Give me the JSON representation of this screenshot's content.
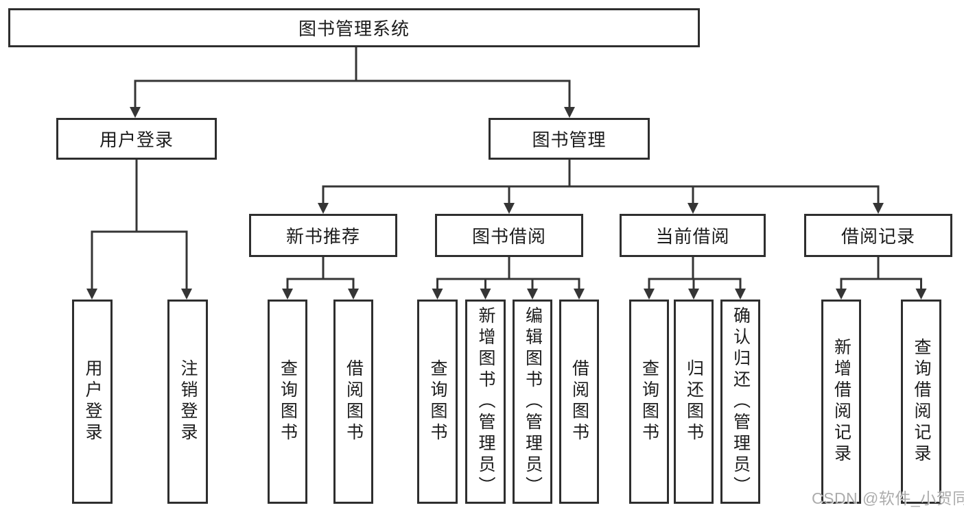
{
  "diagram": {
    "title": "图书管理系统",
    "watermark": "CSDN @软件_小贺同学",
    "colors": {
      "line": "#353535",
      "box_border": "#2e2e2e",
      "box_background": "#ffffff",
      "text": "#1c1c1c",
      "watermark": "#a6a6a6"
    },
    "nodes": {
      "root": {
        "label": "图书管理系统"
      },
      "level2": [
        {
          "id": "user-login",
          "label": "用户登录"
        },
        {
          "id": "book-management",
          "label": "图书管理"
        }
      ],
      "level3": [
        {
          "id": "new-book-recommend",
          "label": "新书推荐"
        },
        {
          "id": "book-borrow",
          "label": "图书借阅"
        },
        {
          "id": "current-borrow",
          "label": "当前借阅"
        },
        {
          "id": "borrow-records",
          "label": "借阅记录"
        }
      ],
      "leaves": {
        "user_login_children": [
          {
            "label": "用户登录"
          },
          {
            "label": "注销登录"
          }
        ],
        "new_book_children": [
          {
            "label": "查询图书"
          },
          {
            "label": "借阅图书"
          }
        ],
        "book_borrow_children": [
          {
            "label": "查询图书"
          },
          {
            "label": "新增图书（管理员）"
          },
          {
            "label": "编辑图书（管理员）"
          },
          {
            "label": "借阅图书"
          }
        ],
        "current_borrow_children": [
          {
            "label": "查询图书"
          },
          {
            "label": "归还图书"
          },
          {
            "label": "确认归还（管理员）"
          }
        ],
        "borrow_record_children": [
          {
            "label": "新增借阅记录"
          },
          {
            "label": "查询借阅记录"
          }
        ]
      }
    }
  }
}
